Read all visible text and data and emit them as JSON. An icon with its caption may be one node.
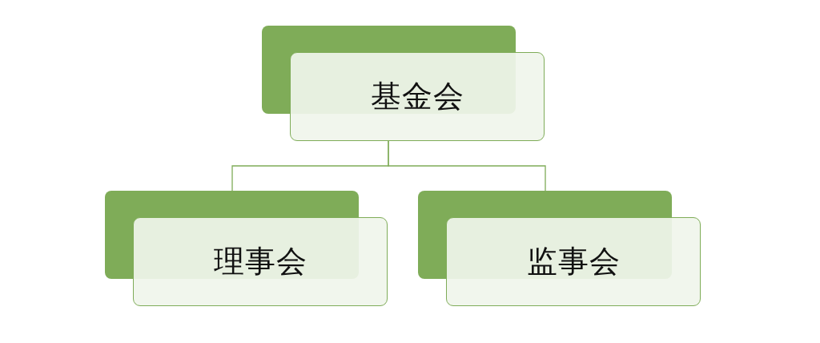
{
  "diagram": {
    "nodes": [
      {
        "text": [
          "基金会"
        ]
      },
      {
        "text": [
          "理事会"
        ]
      },
      {
        "text": [
          "监事会"
        ]
      }
    ],
    "edges": [
      {
        "from": 0,
        "to": 1,
        "arrow": "none"
      },
      {
        "from": 0,
        "to": 2,
        "arrow": "none"
      }
    ]
  }
}
